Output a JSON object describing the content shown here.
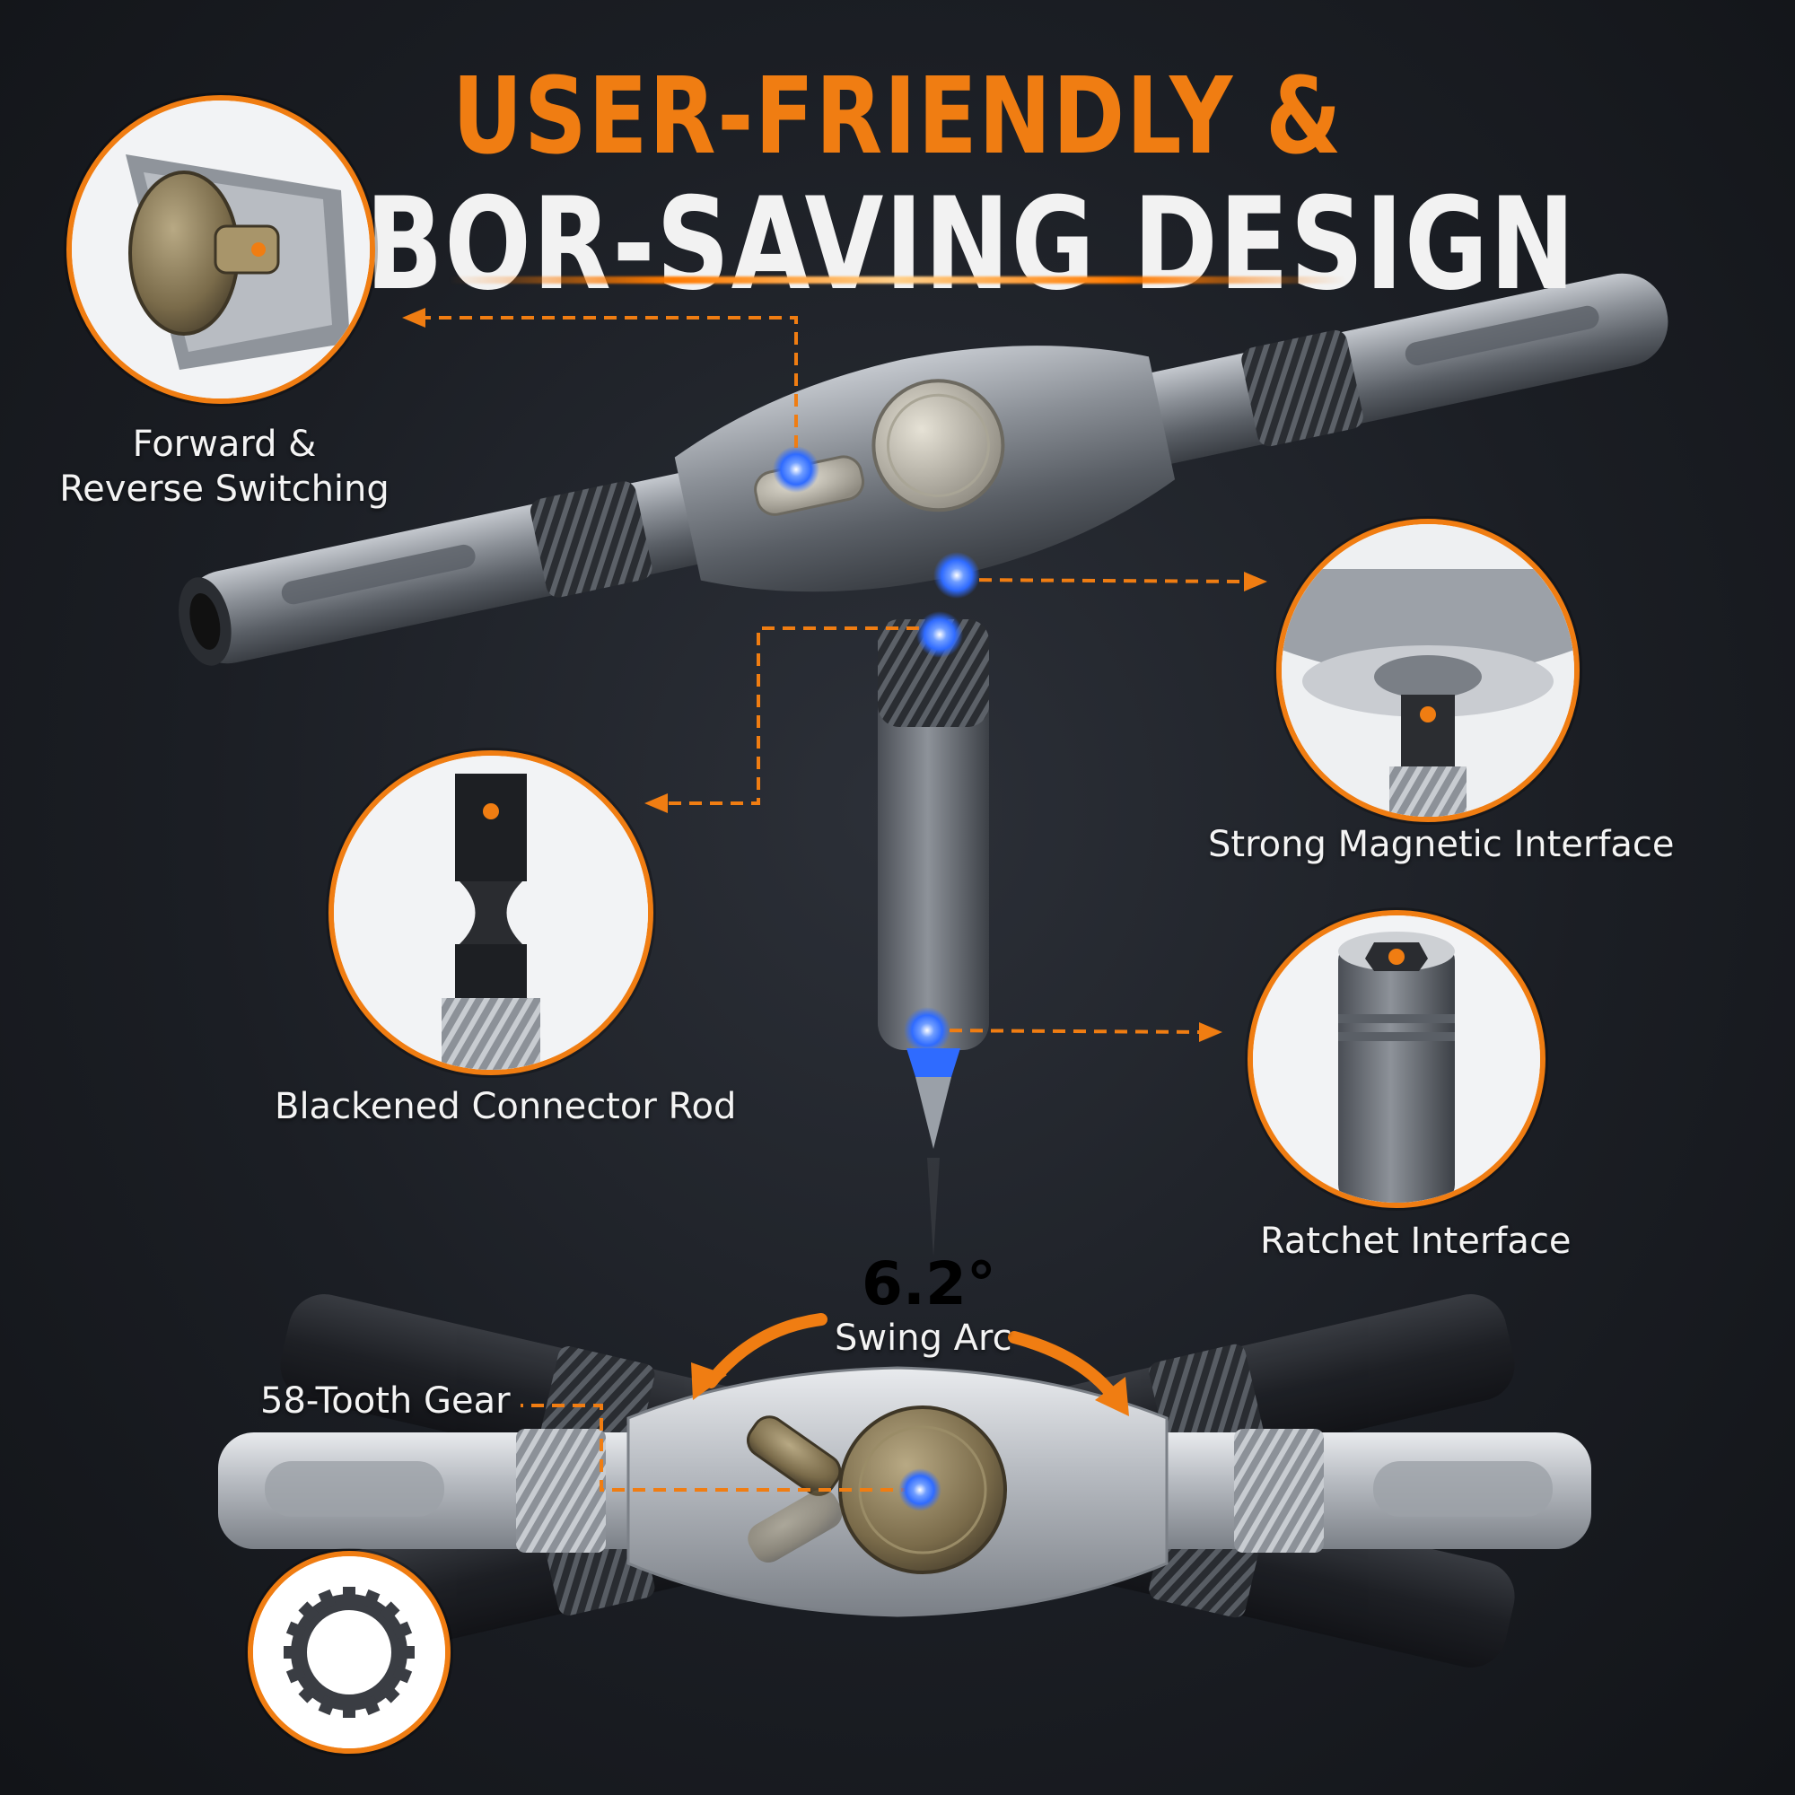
{
  "headline": {
    "line1": "USER-FRIENDLY &",
    "line2": "LABOR-SAVING DESIGN"
  },
  "callouts": {
    "forward_reverse": {
      "line1": "Forward &",
      "line2": "Reverse Switching",
      "icon": "switch-lever-icon"
    },
    "magnetic": {
      "label": "Strong Magnetic Interface",
      "icon": "magnet-socket-icon"
    },
    "connector_rod": {
      "label": "Blackened Connector Rod",
      "icon": "hex-rod-icon"
    },
    "ratchet": {
      "label": "Ratchet Interface",
      "icon": "hex-socket-icon"
    },
    "gear": {
      "label": "58-Tooth Gear",
      "icon": "gear-icon"
    }
  },
  "swing": {
    "degrees": "6.2°",
    "label": "Swing Arc"
  },
  "colors": {
    "accent": "#f07d12",
    "marker": "#2f6bff",
    "background": "#1b1e24",
    "metal": "#8a8f96"
  }
}
